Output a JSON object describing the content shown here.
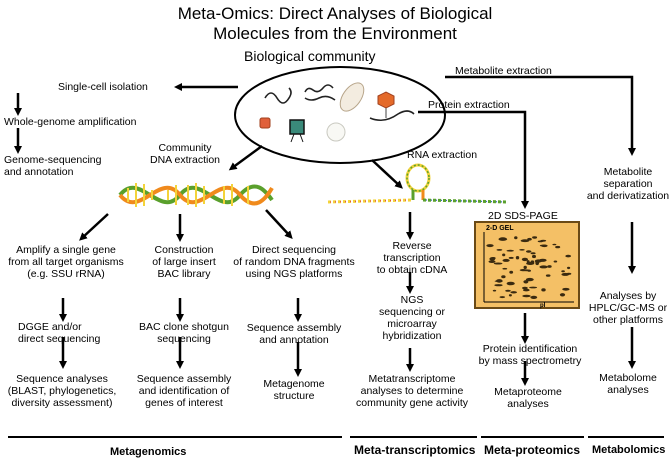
{
  "title": {
    "line1": "Meta-Omics: Direct Analyses of Biological",
    "line2": "Molecules from the Environment"
  },
  "community": {
    "label": "Biological community"
  },
  "top": {
    "single_cell": "Single-cell isolation",
    "wga": "Whole-genome amplification",
    "genome_seq_1": "Genome-sequencing",
    "genome_seq_2": "and annotation",
    "community_dna_1": "Community",
    "community_dna_2": "DNA extraction",
    "metabolite_extraction": "Metabolite extraction",
    "protein_extraction": "Protein extraction",
    "rna_extraction": "RNA extraction"
  },
  "genomics": {
    "col1": {
      "step1": [
        "Amplify a single gene",
        "from all target organisms",
        "(e.g. SSU rRNA)"
      ],
      "step2": [
        "DGGE and/or",
        "direct sequencing"
      ],
      "step3": [
        "Sequence analyses",
        "(BLAST, phylogenetics,",
        "diversity assessment)"
      ]
    },
    "col2": {
      "step1": [
        "Construction",
        "of large insert",
        "BAC library"
      ],
      "step2": [
        "BAC clone shotgun",
        "sequencing"
      ],
      "step3": [
        "Sequence assembly",
        "and identification of",
        "genes of interest"
      ]
    },
    "col3": {
      "step1": [
        "Direct sequencing",
        "of random DNA fragments",
        "using NGS platforms"
      ],
      "step2": [
        "Sequence assembly",
        "and annotation"
      ],
      "step3": [
        "Metagenome",
        "structure"
      ]
    }
  },
  "transcriptomics": {
    "step1": [
      "Reverse",
      "transcription",
      "to obtain cDNA"
    ],
    "step2": [
      "NGS",
      "sequencing or",
      "microarray",
      "hybridization"
    ],
    "step3": [
      "Metatranscriptome",
      "analyses to determine",
      "community gene activity"
    ]
  },
  "proteomics": {
    "gel_title": "2D SDS-PAGE",
    "gel_corner": "2-D GEL",
    "gel_axis": "pI",
    "step1": [
      "Protein identification",
      "by mass spectrometry"
    ],
    "step2": [
      "Metaproteome",
      "analyses"
    ]
  },
  "metabolomics": {
    "step1": [
      "Metabolite",
      "separation",
      "and derivatization"
    ],
    "step2": [
      "Analyses by",
      "HPLC/GC-MS or",
      "other platforms"
    ],
    "step3": [
      "Metabolome",
      "analyses"
    ]
  },
  "sections": {
    "metagenomics": "Metagenomics",
    "metatranscriptomics": "Meta-transcriptomics",
    "metaproteomics": "Meta-proteomics",
    "metabolomics": "Metabolomics"
  },
  "colors": {
    "dna_green": "#5aa02c",
    "dna_orange": "#f08a1c",
    "dna_yellow": "#f3d33a",
    "gel_fill": "#f4c066",
    "gel_spot": "#3a2a10"
  }
}
